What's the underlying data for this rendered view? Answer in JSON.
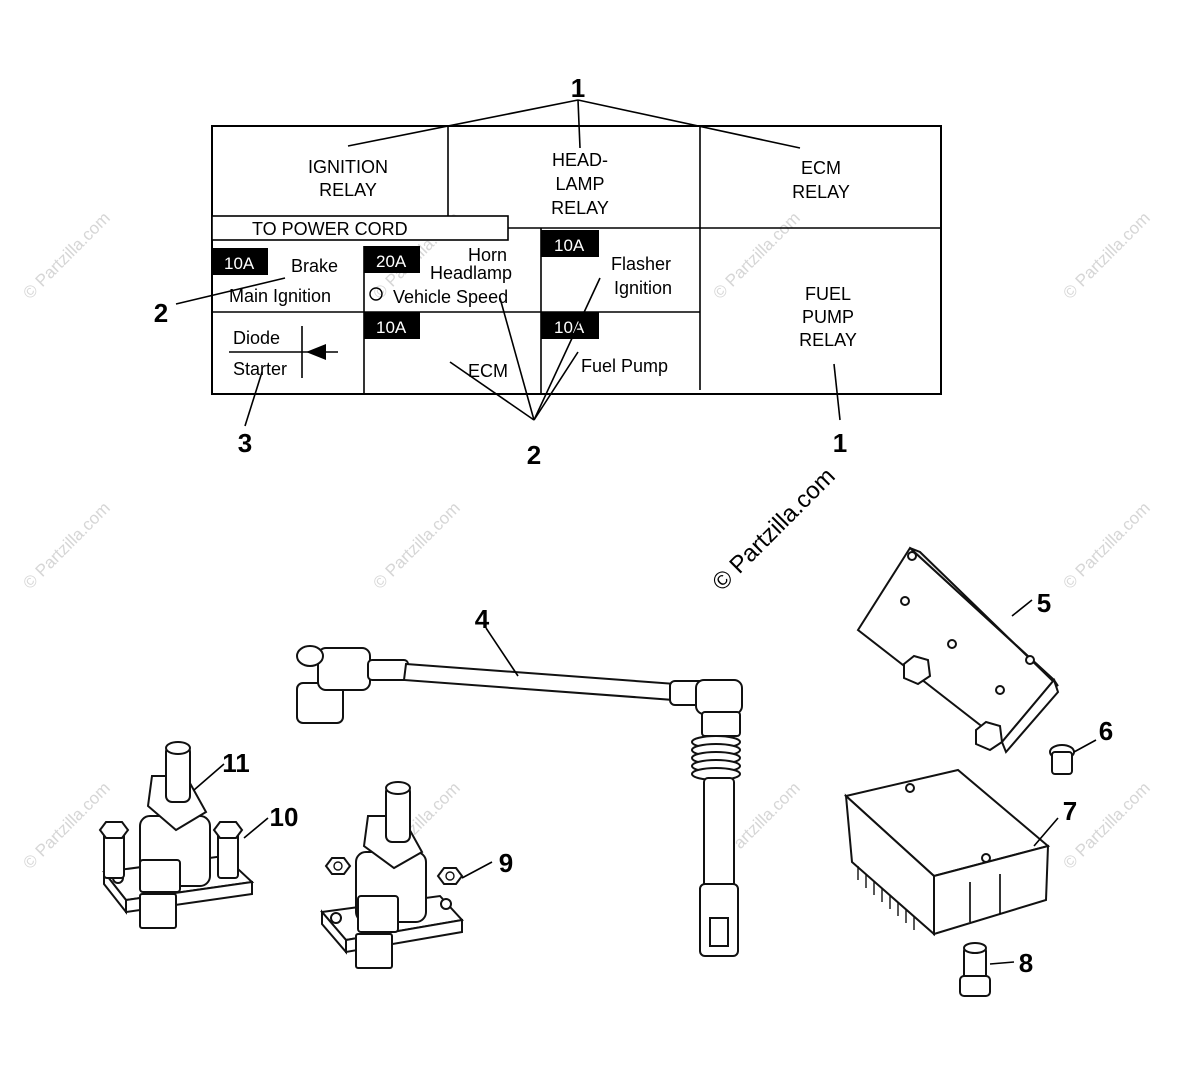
{
  "fuse_box": {
    "ignition_relay": [
      "IGNITION",
      "RELAY"
    ],
    "headlamp_relay": [
      "HEAD-",
      "LAMP",
      "RELAY"
    ],
    "ecm_relay": [
      "ECM",
      "RELAY"
    ],
    "fuel_pump_relay": [
      "FUEL",
      "PUMP",
      "RELAY"
    ],
    "power_cord": "TO POWER CORD",
    "fuse_brake": {
      "rating": "10A",
      "line1": "Brake",
      "line2": "Main Ignition"
    },
    "fuse_horn": {
      "rating": "20A",
      "line1": "Horn",
      "line2": "Headlamp",
      "line3": "Vehicle Speed"
    },
    "fuse_flasher": {
      "rating": "10A",
      "line1": "Flasher",
      "line2": "Ignition"
    },
    "fuse_ecm": {
      "rating": "10A",
      "line1": "ECM"
    },
    "fuse_fuel_pump": {
      "rating": "10A",
      "line1": "Fuel Pump"
    },
    "diode": {
      "line1": "Diode",
      "line2": "Starter"
    }
  },
  "callouts": {
    "c1_top": "1",
    "c1_right": "1",
    "c2_left": "2",
    "c2_bottom": "2",
    "c3": "3",
    "c4": "4",
    "c5": "5",
    "c6": "6",
    "c7": "7",
    "c8": "8",
    "c9": "9",
    "c10": "10",
    "c11": "11"
  },
  "watermark": {
    "main": "© Partzilla.com",
    "tile": "© Partzilla.com"
  }
}
